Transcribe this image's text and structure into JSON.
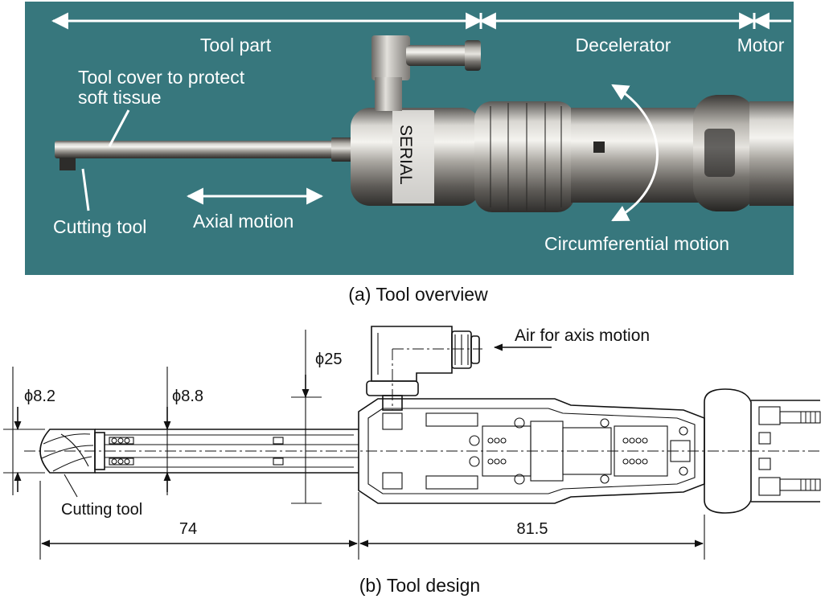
{
  "panel_a": {
    "caption": "(a) Tool overview",
    "labels": {
      "tool_part": "Tool part",
      "decelerator": "Decelerator",
      "motor": "Motor",
      "tool_cover": [
        "Tool cover to protect",
        "soft tissue"
      ],
      "cutting_tool": "Cutting tool",
      "axial_motion": "Axial motion",
      "circumferential_motion": "Circumferential motion",
      "serial_mark": "SERIAL"
    },
    "colors": {
      "background": "#3d7f84",
      "metal": "#b9b6b1",
      "annotation": "#ffffff"
    }
  },
  "panel_b": {
    "caption": "(b) Tool design",
    "labels": {
      "air": "Air for axis motion",
      "cutting_tool": "Cutting tool",
      "d_25": "ϕ25",
      "d_82": "ϕ8.2",
      "d_88": "ϕ8.8",
      "len_74": "74",
      "len_815": "81.5"
    }
  }
}
